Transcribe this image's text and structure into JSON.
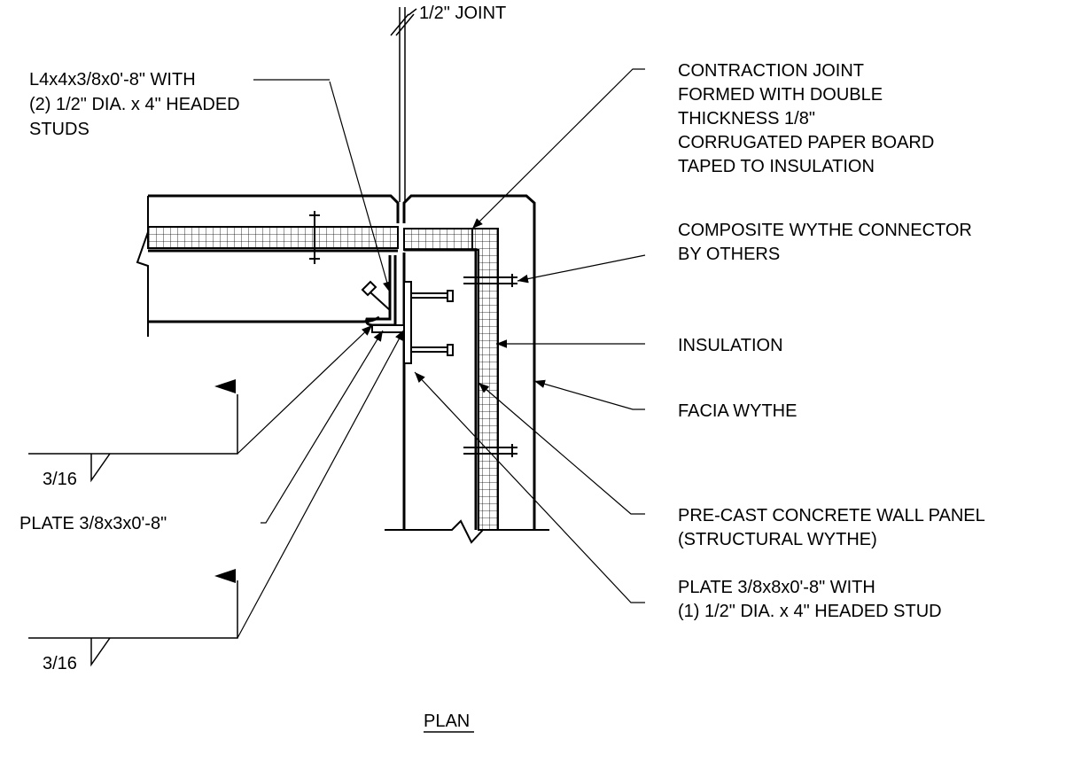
{
  "drawing": {
    "joint_label": "1/2\" JOINT",
    "angle_label": [
      "L4x4x3/8x0'-8\" WITH",
      "(2) 1/2\" DIA. x 4\" HEADED",
      "STUDS"
    ],
    "contraction_label": [
      "CONTRACTION JOINT",
      "FORMED WITH DOUBLE",
      "THICKNESS 1/8\"",
      "CORRUGATED PAPER BOARD",
      "TAPED TO INSULATION"
    ],
    "connector_label": [
      "COMPOSITE WYTHE CONNECTOR",
      "BY OTHERS"
    ],
    "insulation_label": "INSULATION",
    "facia_label": "FACIA WYTHE",
    "panel_label": [
      "PRE-CAST CONCRETE WALL PANEL",
      "(STRUCTURAL WYTHE)"
    ],
    "plate8_label": [
      "PLATE 3/8x8x0'-8\" WITH",
      "(1) 1/2\" DIA. x 4\" HEADED STUD"
    ],
    "plate3_label": "PLATE 3/8x3x0'-8\"",
    "weld_top": "3/16",
    "weld_bottom": "3/16",
    "view_title": "PLAN"
  }
}
